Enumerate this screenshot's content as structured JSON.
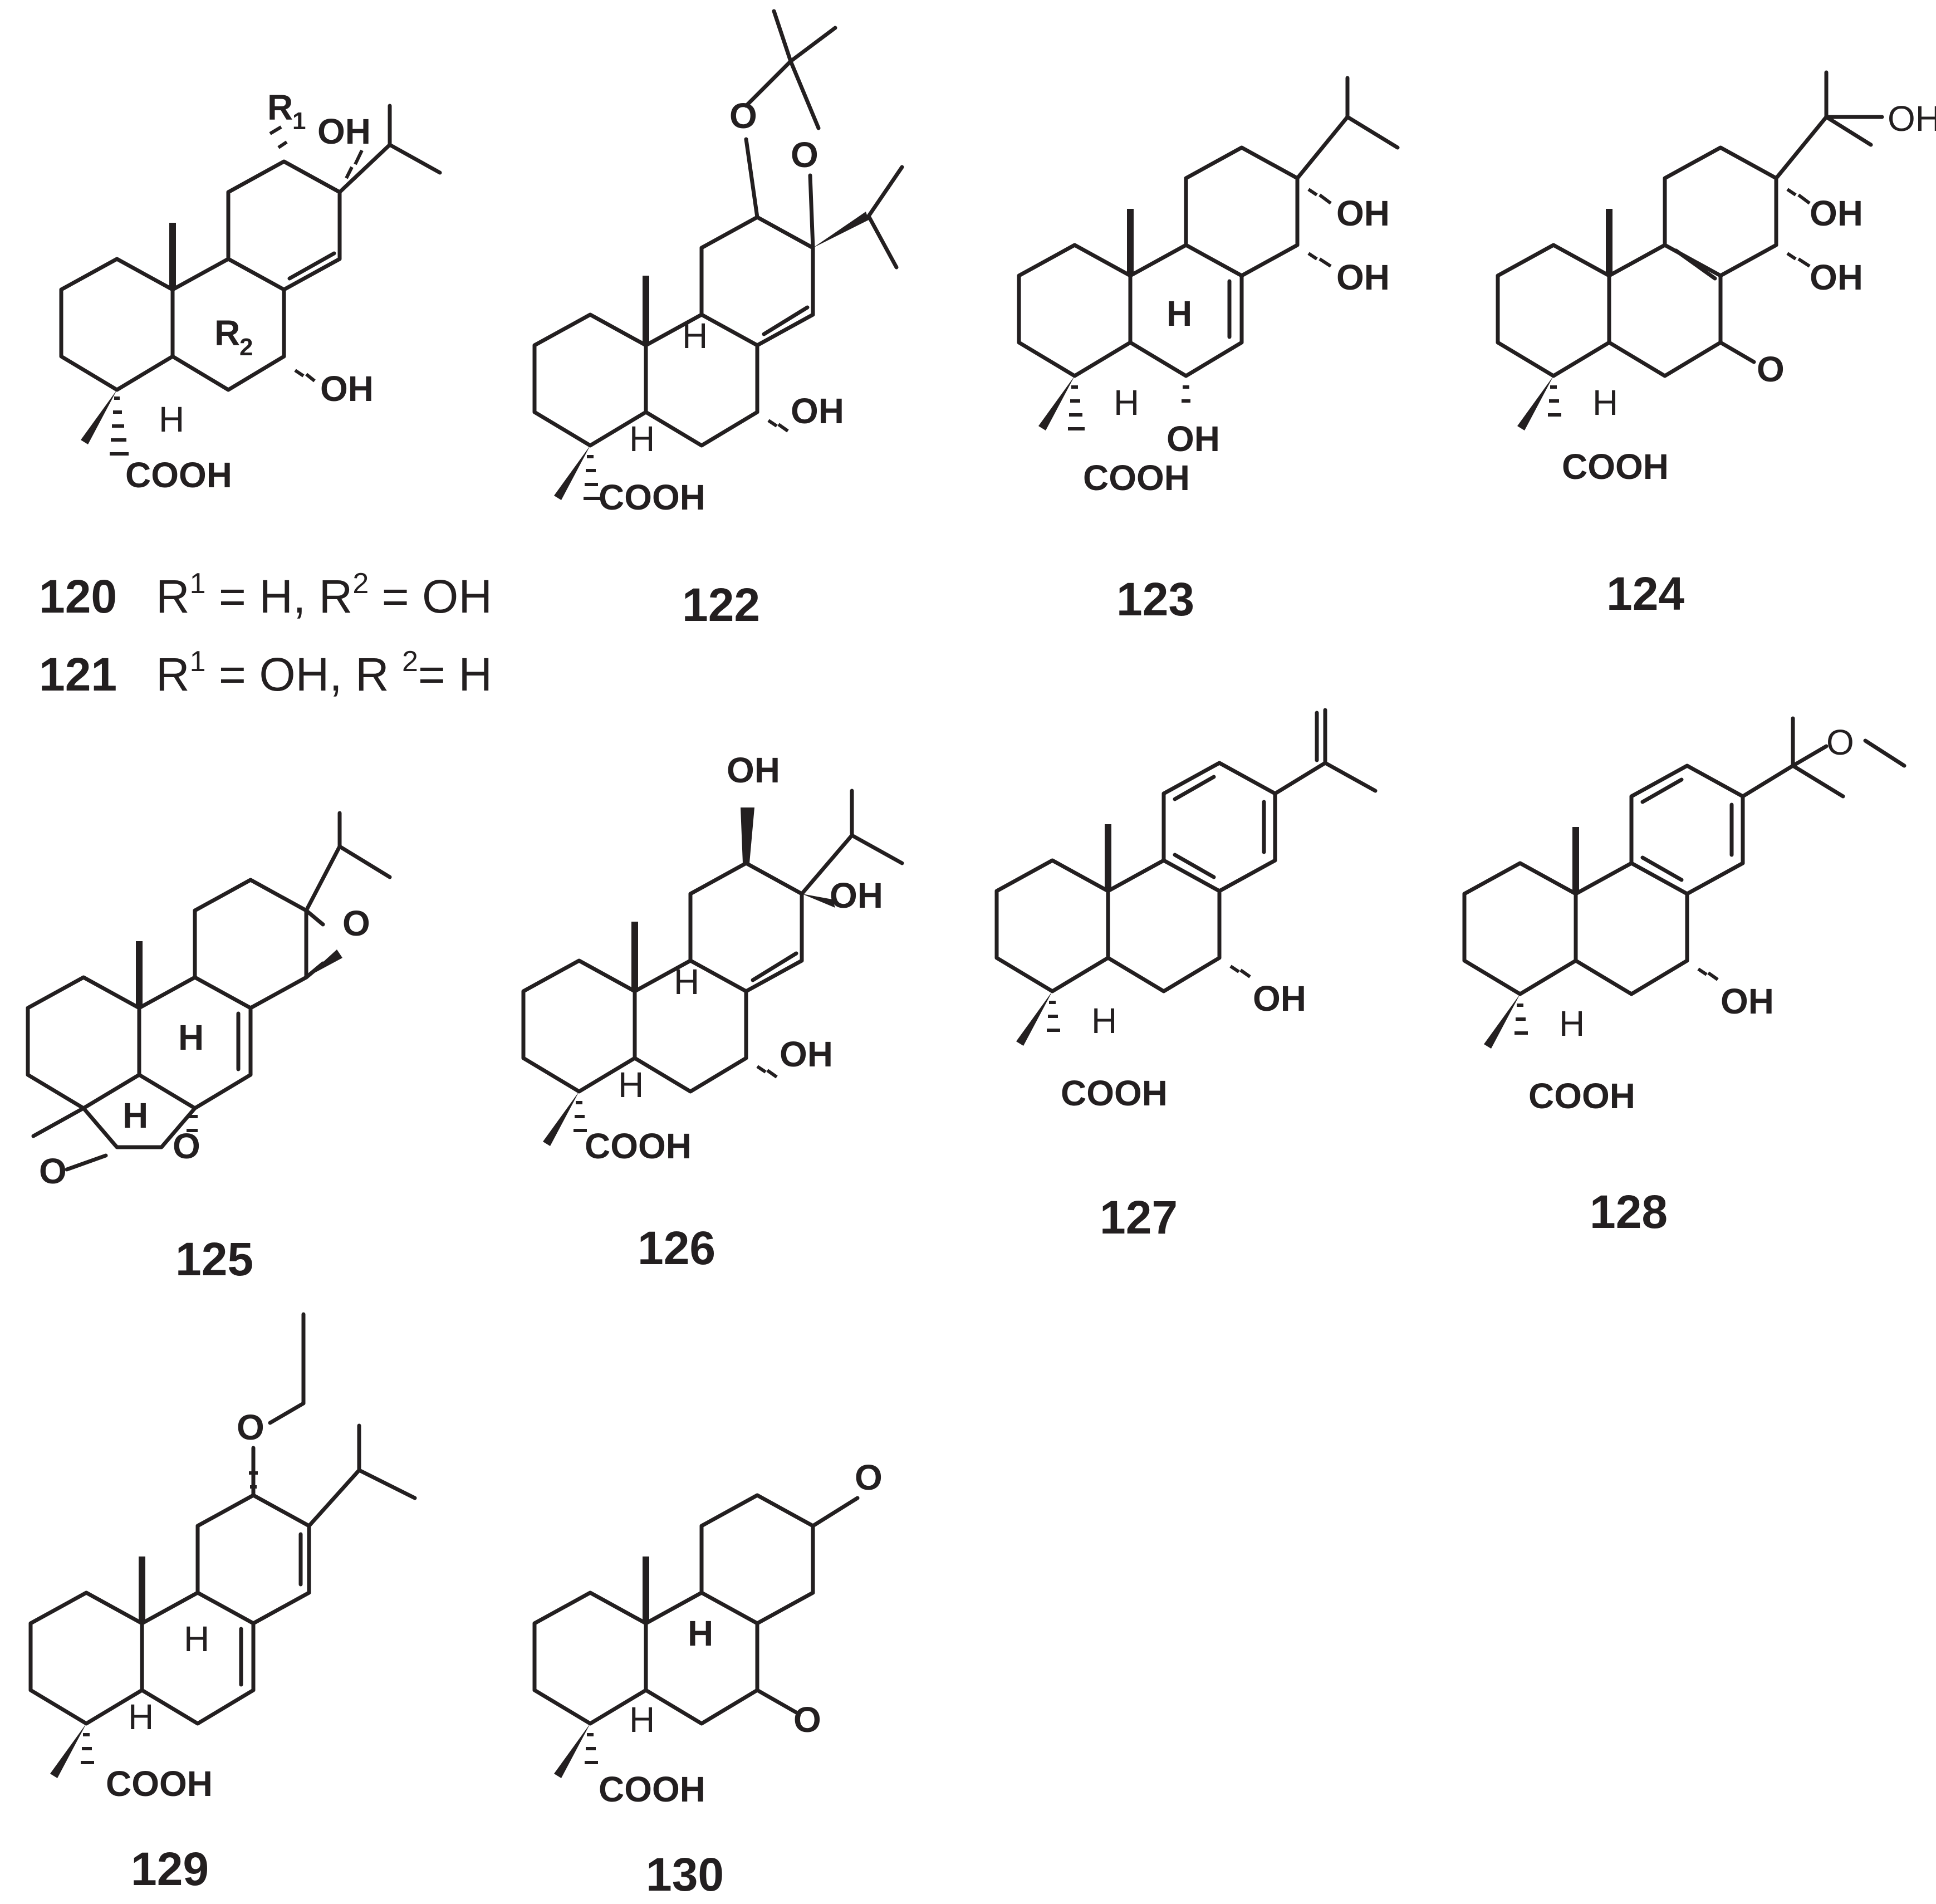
{
  "compounds": [
    {
      "id": "120",
      "substituents": "R1 = H, R2 = OH"
    },
    {
      "id": "121",
      "substituents": "R1 = OH, R2 = H"
    },
    {
      "id": "122"
    },
    {
      "id": "123"
    },
    {
      "id": "124"
    },
    {
      "id": "125"
    },
    {
      "id": "126"
    },
    {
      "id": "127"
    },
    {
      "id": "128"
    },
    {
      "id": "129"
    },
    {
      "id": "130"
    }
  ],
  "labels": {
    "r_symbol": "R",
    "sup1": "1",
    "sup2": "2",
    "eq_h_comma": " = H, ",
    "eq_oh": " = OH",
    "eq_oh_comma": " = OH, ",
    "eq_h": "= H",
    "r_space": "R "
  },
  "atoms": {
    "oh": "OH",
    "cooh": "COOH",
    "h": "H",
    "o": "O",
    "r": "R",
    "sub1": "1",
    "sub2": "2"
  }
}
